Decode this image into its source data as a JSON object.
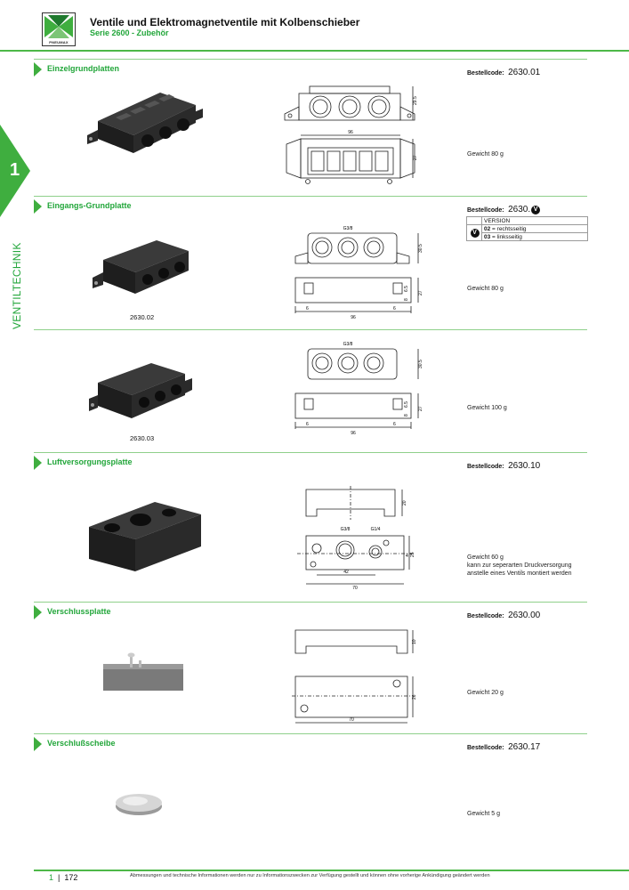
{
  "header": {
    "title": "Ventile und Elektromagnetventile mit Kolbenschieber",
    "subtitle": "Serie 2600 - Zubehör",
    "logo_text": "PNEUMAX",
    "logo_icon": "pneumax-logo"
  },
  "side_tab": {
    "number": "1",
    "label": "VENTILTECHNIK"
  },
  "colors": {
    "accent": "#4db848",
    "accent_dark": "#22a63a",
    "text": "#111111"
  },
  "order_label": "Bestellcode:",
  "sections": [
    {
      "title": "Einzelgrundplatten",
      "code": "2630.01",
      "weight": "Gewicht 80 g",
      "dims": {
        "h1": "29.5",
        "w": "96",
        "h2": "27"
      }
    },
    {
      "title": "Eingangs-Grundplatte",
      "code": "2630.",
      "code_badge": "V",
      "version_table": {
        "header": "VERSION",
        "rows": [
          {
            "code": "02",
            "text": "= rechtsseitig"
          },
          {
            "code": "03",
            "text": "= linksseitig"
          }
        ]
      },
      "variants": [
        {
          "code_label": "2630.02",
          "weight": "Gewicht 80 g",
          "dims": {
            "thread": "G3/8",
            "h1": "30.5",
            "h2": "27",
            "h3": "6.5",
            "h4": "8",
            "left": "6",
            "right": "6",
            "w": "96"
          }
        },
        {
          "code_label": "2630.03",
          "weight": "Gewicht 100 g",
          "dims": {
            "thread": "G3/8",
            "h1": "30.5",
            "h2": "27",
            "h3": "6.5",
            "h4": "8",
            "left": "6",
            "right": "6",
            "w": "96"
          }
        }
      ]
    },
    {
      "title": "Luftversorgungsplatte",
      "code": "2630.10",
      "weight_lines": [
        "Gewicht 60 g",
        "kann zur seperarten Druckversorgung",
        "anstelle eines Ventils montiert werden"
      ],
      "dims": {
        "h1": "20",
        "thread1": "G3/8",
        "thread2": "G1/4",
        "h2": "25",
        "h3": "4",
        "w1": "42",
        "w2": "70"
      }
    },
    {
      "title": "Verschlussplatte",
      "code": "2630.00",
      "weight": "Gewicht 20 g",
      "dims": {
        "h1": "10",
        "h2": "26",
        "w": "70"
      }
    },
    {
      "title": "Verschlußscheibe",
      "code": "2630.17",
      "weight": "Gewicht 5 g"
    }
  ],
  "footer": {
    "chapter": "1",
    "page": "172",
    "note": "Abmessungen und technische Informationen werden nur zu Informationszwecken zur Verfügung gestellt und können ohne vorherige Ankündigung geändert werden"
  }
}
